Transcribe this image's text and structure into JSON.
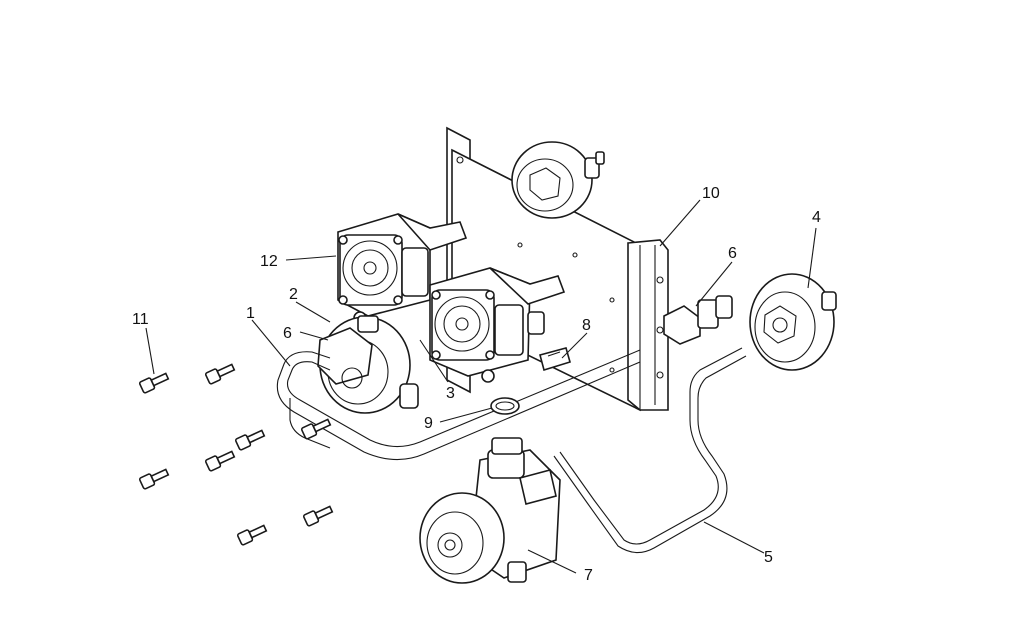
{
  "diagram": {
    "callouts": [
      {
        "id": "c1",
        "text": "1"
      },
      {
        "id": "c2",
        "text": "2"
      },
      {
        "id": "c3",
        "text": "3"
      },
      {
        "id": "c4",
        "text": "4"
      },
      {
        "id": "c5",
        "text": "5"
      },
      {
        "id": "c6a",
        "text": "6"
      },
      {
        "id": "c6b",
        "text": "6"
      },
      {
        "id": "c7",
        "text": "7"
      },
      {
        "id": "c8",
        "text": "8"
      },
      {
        "id": "c9",
        "text": "9"
      },
      {
        "id": "c10",
        "text": "10"
      },
      {
        "id": "c11",
        "text": "11"
      },
      {
        "id": "c12",
        "text": "12"
      }
    ]
  }
}
